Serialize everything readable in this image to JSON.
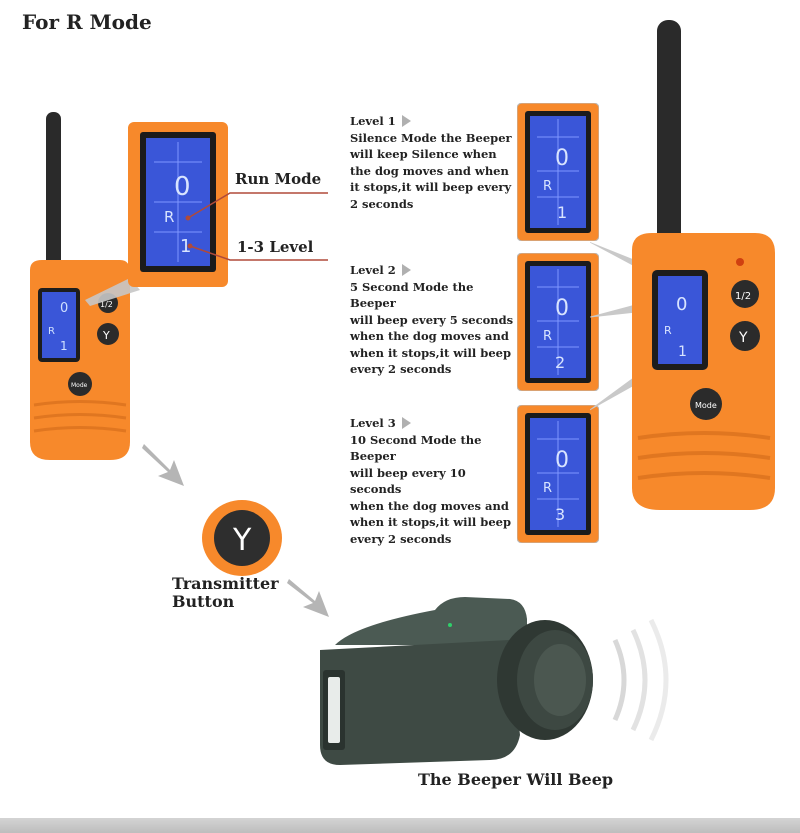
{
  "title": "For R Mode",
  "colors": {
    "orange": "#f7892b",
    "lcd_blue": "#3a56d8",
    "device_dark": "#3e4a44"
  },
  "callouts": {
    "run_mode": "Run Mode",
    "level_range": "1-3 Level"
  },
  "levels": [
    {
      "label": "Level 1",
      "lines": [
        "Silence Mode the Beeper",
        "will keep Silence when",
        "the dog moves and when",
        "it stops,it will beep every",
        "2 seconds"
      ],
      "screen_level": "1"
    },
    {
      "label": "Level  2",
      "lines": [
        "5 Second Mode the Beeper",
        "will beep every 5 seconds",
        "when the dog moves and",
        "when it stops,it will beep",
        "every 2 seconds"
      ],
      "screen_level": "2"
    },
    {
      "label": "Level  3",
      "lines": [
        "10 Second Mode the Beeper",
        "will beep every 10 seconds",
        "when the dog moves and",
        "when it stops,it will beep",
        "every 2 seconds"
      ],
      "screen_level": "3"
    }
  ],
  "screen": {
    "value": "0",
    "mode": "R",
    "level": "1"
  },
  "remote_buttons": {
    "half": "1/2",
    "y": "Y",
    "mode": "Mode"
  },
  "transmitter_button": {
    "glyph": "Y",
    "label_line1": "Transmitter",
    "label_line2": "Button"
  },
  "beeper_caption": "The Beeper Will Beep"
}
